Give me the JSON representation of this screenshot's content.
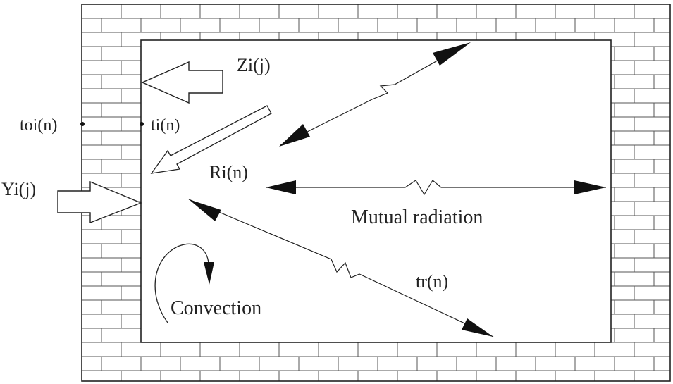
{
  "labels": {
    "zi": "Zi(j)",
    "toi": "toi(n)",
    "ti": "ti(n)",
    "yi": "Yi(j)",
    "ri": "Ri(n)",
    "mutual": "Mutual radiation",
    "tr": "tr(n)",
    "convection": "Convection"
  },
  "colors": {
    "line": "#222222",
    "mortar": "#555555",
    "brick": "#ffffff",
    "arrowhead": "#111111"
  },
  "icons": {
    "heat_in_arrow": "hollow-block-arrow",
    "radiation_link": "zigzag-spring-line",
    "convection": "curved-arrow"
  }
}
